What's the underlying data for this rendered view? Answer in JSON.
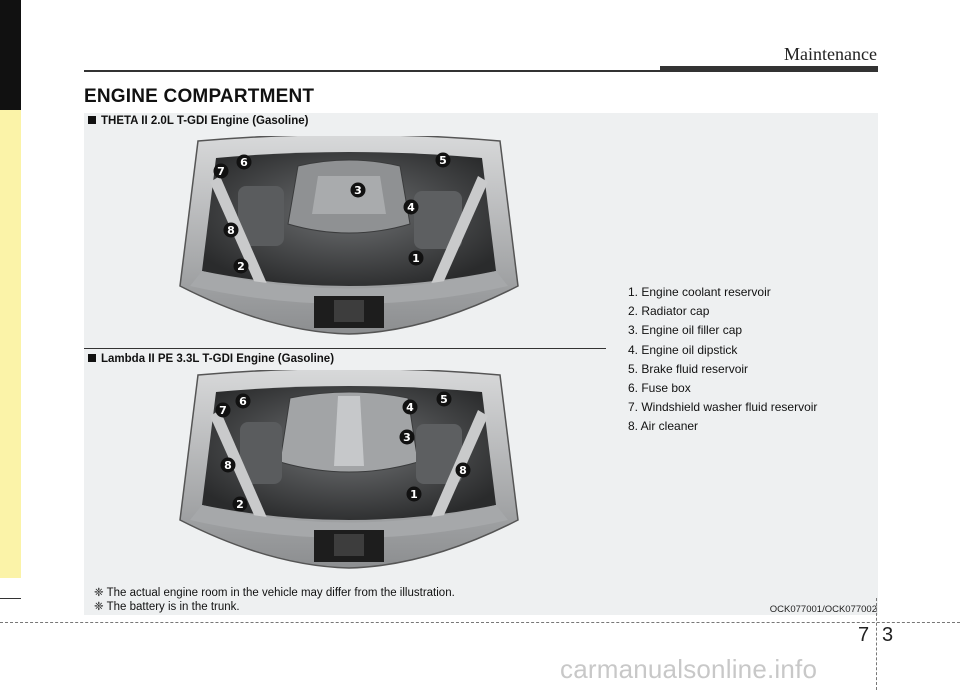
{
  "header": {
    "section": "Maintenance"
  },
  "page": {
    "heading": "ENGINE COMPARTMENT",
    "sub1": "THETA II 2.0L T-GDI Engine (Gasoline)",
    "sub2": "Lambda II PE 3.3L T-GDI Engine (Gasoline)",
    "legend": [
      "1. Engine coolant reservoir",
      "2. Radiator cap",
      "3. Engine oil filler cap",
      "4. Engine oil dipstick",
      "5. Brake fluid reservoir",
      "6. Fuse box",
      "7. Windshield washer fluid reservoir",
      "8. Air cleaner"
    ],
    "notes": [
      "❈ The actual engine room in the vehicle may differ from the illustration.",
      "❈ The battery is in the trunk."
    ],
    "image_code": "OCK077001/OCK077002"
  },
  "figure1": {
    "callouts": [
      "7",
      "6",
      "5",
      "3",
      "4",
      "8",
      "2",
      "1"
    ]
  },
  "figure2": {
    "callouts": [
      "7",
      "6",
      "5",
      "4",
      "3",
      "8",
      "8",
      "2",
      "1"
    ]
  },
  "footer": {
    "chapter": "7",
    "page": "3",
    "watermark": "carmanualsonline.info"
  }
}
